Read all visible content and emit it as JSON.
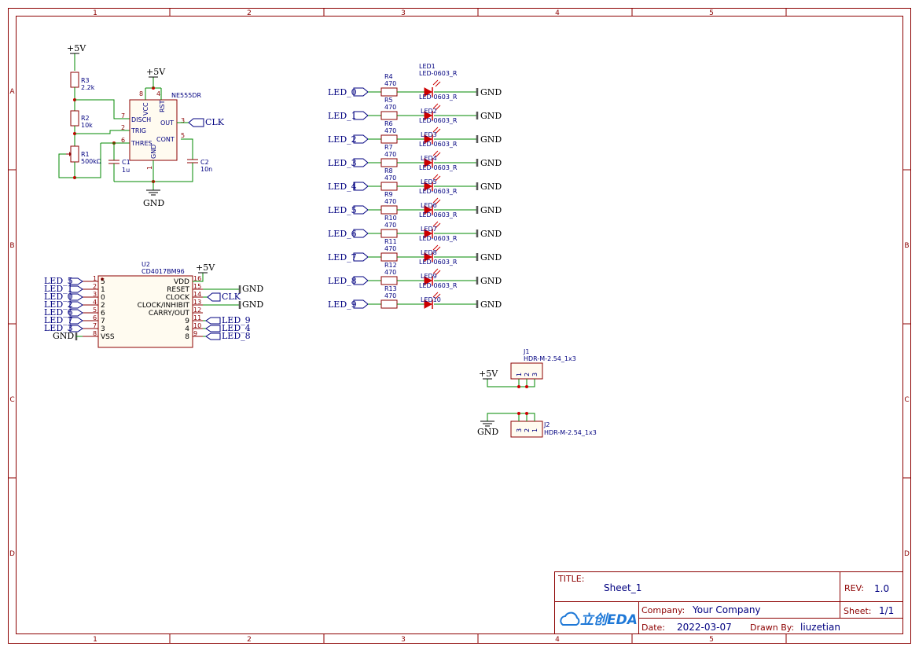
{
  "frame": {
    "columns": [
      "1",
      "2",
      "3",
      "4",
      "5"
    ],
    "rows": [
      "A",
      "B",
      "C",
      "D"
    ]
  },
  "timer_circuit": {
    "r3": {
      "ref": "R3",
      "value": "2.2k"
    },
    "r2": {
      "ref": "R2",
      "value": "10k"
    },
    "r1": {
      "ref": "R1",
      "value": "500kΩ"
    },
    "c1": {
      "ref": "C1",
      "value": "1u"
    },
    "c2": {
      "ref": "C2",
      "value": "10n"
    },
    "supply_label": "+5V",
    "ic": {
      "ref": "NE555DR",
      "pins": {
        "vcc": "VCC",
        "rst": "RST",
        "disch": "DISCH",
        "trig": "TRIG",
        "thres": "THRES",
        "out": "OUT",
        "cont": "CONT",
        "gnd": "GND"
      },
      "pin_numbers": {
        "vcc": "8",
        "rst": "4",
        "disch": "7",
        "trig": "2",
        "thres": "6",
        "out": "3",
        "cont": "5",
        "gnd": "1"
      }
    },
    "vcc_label": "+5V",
    "out_net": "CLK",
    "gnd_label": "GND"
  },
  "counter": {
    "ref": "U2",
    "part": "CD4017BM96",
    "supply_label": "+5V",
    "left_pins": [
      {
        "net": "LED_5",
        "num": "1",
        "name": "5"
      },
      {
        "net": "LED_1",
        "num": "2",
        "name": "1"
      },
      {
        "net": "LED_0",
        "num": "3",
        "name": "0"
      },
      {
        "net": "LED_2",
        "num": "4",
        "name": "2"
      },
      {
        "net": "LED_6",
        "num": "5",
        "name": "6"
      },
      {
        "net": "LED_7",
        "num": "6",
        "name": "7"
      },
      {
        "net": "LED_3",
        "num": "7",
        "name": "3"
      },
      {
        "net": "GND",
        "num": "8",
        "name": "VSS"
      }
    ],
    "right_pins": [
      {
        "name": "VDD",
        "num": "16"
      },
      {
        "name": "RESET",
        "num": "15",
        "net": "GND"
      },
      {
        "name": "CLOCK",
        "num": "14",
        "net": "CLK"
      },
      {
        "name": "CLOCK/INHIBIT",
        "num": "13",
        "net": "GND"
      },
      {
        "name": "CARRY/OUT",
        "num": "12"
      },
      {
        "name": "9",
        "num": "11",
        "net": "LED_9"
      },
      {
        "name": "4",
        "num": "10",
        "net": "LED_4"
      },
      {
        "name": "8",
        "num": "9",
        "net": "LED_8"
      }
    ]
  },
  "led_array": {
    "led_part": "LED-0603_R",
    "gnd_label": "GND",
    "rows": [
      {
        "net": "LED_0",
        "res": "R4",
        "val": "470",
        "led": "LED1",
        "lp": "LED-0603_R"
      },
      {
        "net": "LED_1",
        "res": "R5",
        "val": "470",
        "led": "LED2",
        "lp": "LED-0603_R"
      },
      {
        "net": "LED_2",
        "res": "R6",
        "val": "470",
        "led": "LED3",
        "lp": "LED-0603_R"
      },
      {
        "net": "LED_3",
        "res": "R7",
        "val": "470",
        "led": "LED4",
        "lp": "LED-0603_R"
      },
      {
        "net": "LED_4",
        "res": "R8",
        "val": "470",
        "led": "LED5",
        "lp": "LED-0603_R"
      },
      {
        "net": "LED_5",
        "res": "R9",
        "val": "470",
        "led": "LED6",
        "lp": "LED-0603_R"
      },
      {
        "net": "LED_6",
        "res": "R10",
        "val": "470",
        "led": "LED7",
        "lp": "LED-0603_R"
      },
      {
        "net": "LED_7",
        "res": "R11",
        "val": "470",
        "led": "LED8",
        "lp": "LED-0603_R"
      },
      {
        "net": "LED_8",
        "res": "R12",
        "val": "470",
        "led": "LED9",
        "lp": "LED-0603_R"
      },
      {
        "net": "LED_9",
        "res": "R13",
        "val": "470",
        "led": "LED10",
        "lp": ""
      }
    ]
  },
  "headers": {
    "j1": {
      "ref": "J1",
      "part": "HDR-M-2.54_1x3",
      "supply": "+5V",
      "pins": [
        "1",
        "2",
        "3"
      ]
    },
    "j2": {
      "ref": "J2",
      "part": "HDR-M-2.54_1x3",
      "gnd": "GND",
      "pins": [
        "3",
        "2",
        "1"
      ]
    }
  },
  "title_block": {
    "title_label": "TITLE:",
    "title_value": "Sheet_1",
    "rev_label": "REV:",
    "rev_value": "1.0",
    "company_label": "Company:",
    "company_value": "Your Company",
    "sheet_label": "Sheet:",
    "sheet_value": "1/1",
    "date_label": "Date:",
    "date_value": "2022-03-07",
    "drawn_label": "Drawn By:",
    "drawn_value": "liuzetian",
    "logo_text": "立创EDA"
  },
  "colors": {
    "frame": "#8c0000",
    "wire": "#008800",
    "net_label": "#000080",
    "led": "#cc0000"
  }
}
